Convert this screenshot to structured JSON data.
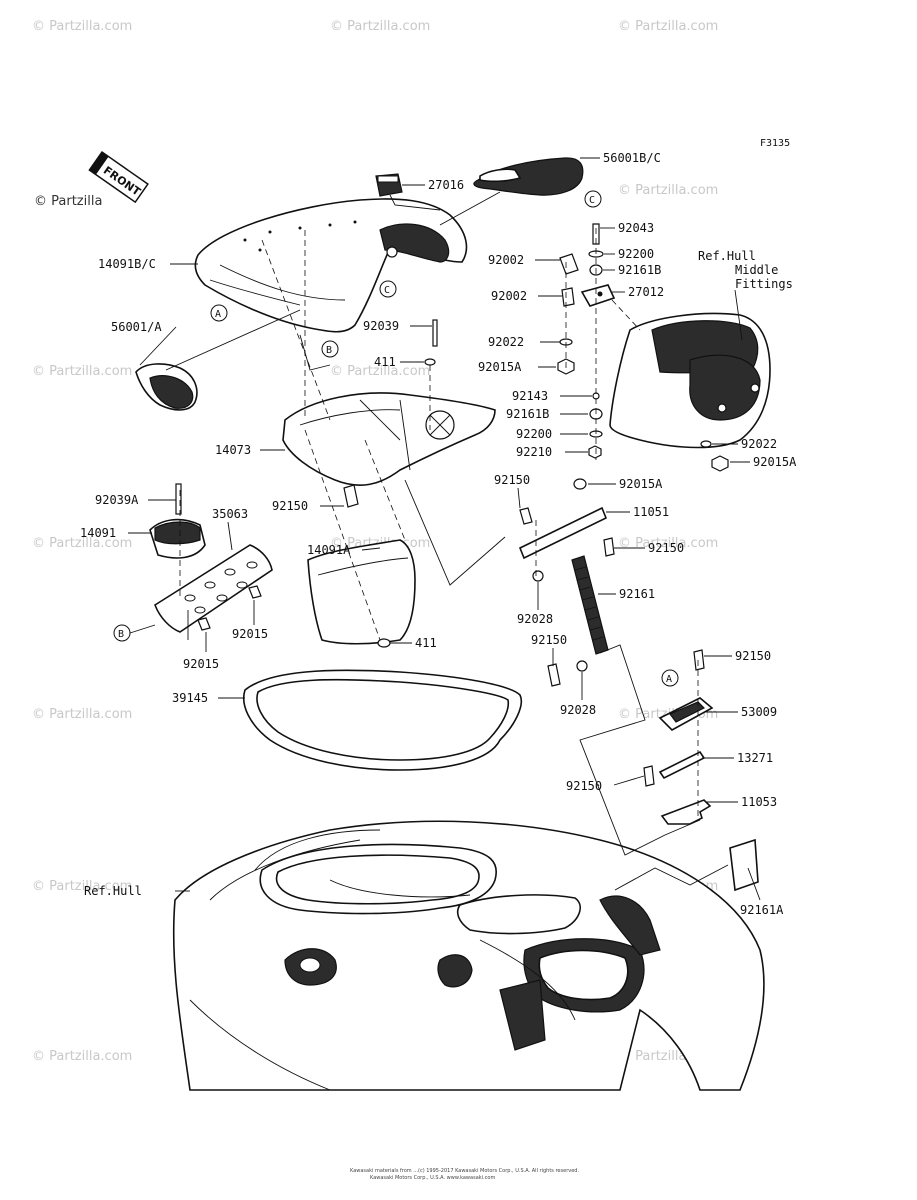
{
  "watermark": {
    "text": "© Partzilla.com",
    "main": "© Partzilla"
  },
  "figure_code": "F3135",
  "front_badge": "FRONT",
  "footer": {
    "line1": "Kawasaki materials from ...(c) 1995-2017 Kawasaki Motors Corp., U.S.A. All rights reserved.",
    "line2": "Kawasaki Motors Corp., U.S.A. www.kawasaki.com"
  },
  "callouts": {
    "A": "A",
    "B": "B",
    "C": "C"
  },
  "labels": {
    "p56001bc": "56001B/C",
    "p27016": "27016",
    "p14091bc": "14091B/C",
    "p56001a": "56001/A",
    "p92043": "92043",
    "p92200a": "92200",
    "p92161ba": "92161B",
    "p92002a": "92002",
    "p92002b": "92002",
    "p27012": "27012",
    "refhull_mid_1": "Ref.Hull",
    "refhull_mid_2": "Middle",
    "refhull_mid_3": "Fittings",
    "p92039": "92039",
    "p411a": "411",
    "p92022a": "92022",
    "p92015aa": "92015A",
    "p92143": "92143",
    "p92161bb": "92161B",
    "p92200b": "92200",
    "p92210": "92210",
    "p92022b": "92022",
    "p92015ab": "92015A",
    "p14073": "14073",
    "p92150a": "92150",
    "p92150b": "92150",
    "p92015ac": "92015A",
    "p11051": "11051",
    "p92150c": "92150",
    "p92039a": "92039A",
    "p35063": "35063",
    "p14091": "14091",
    "p14091a": "14091A",
    "p92015a": "92015",
    "p92015b": "92015",
    "p411b": "411",
    "p92028a": "92028",
    "p92161": "92161",
    "p92150d": "92150",
    "p92028b": "92028",
    "p92150e": "92150",
    "p53009": "53009",
    "p39145": "39145",
    "p13271": "13271",
    "p92150f": "92150",
    "p11053": "11053",
    "refhull": "Ref.Hull",
    "p92161a": "92161A"
  }
}
